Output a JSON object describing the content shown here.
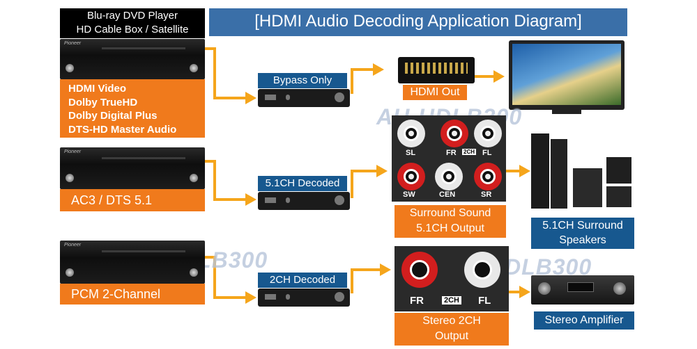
{
  "source_label": {
    "line1": "Blu-ray DVD Player",
    "line2": "HD Cable Box / Satellite"
  },
  "title": "[HDMI Audio Decoding Application Diagram]",
  "watermark": "AU-HDLB300",
  "row1": {
    "formats": [
      "HDMI Video",
      "Dolby TrueHD",
      "Dolby Digital Plus",
      "DTS-HD Master Audio"
    ],
    "mode": "Bypass Only",
    "output": "HDMI Out"
  },
  "row2": {
    "source": "AC3 / DTS 5.1",
    "mode": "5.1CH Decoded",
    "output_line1": "Surround Sound",
    "output_line2": "5.1CH Output",
    "jacks_top": [
      "SL",
      "FR",
      "2CH",
      "FL"
    ],
    "jacks_bottom": [
      "SW",
      "CEN",
      "SR"
    ],
    "speakers_line1": "5.1CH Surround",
    "speakers_line2": "Speakers"
  },
  "row3": {
    "source": "PCM 2-Channel",
    "mode": "2CH Decoded",
    "jack_labels": [
      "FR",
      "2CH",
      "FL"
    ],
    "output_line1": "Stereo 2CH",
    "output_line2": "Output",
    "amplifier": "Stereo Amplifier"
  },
  "colors": {
    "orange": "#f07a1c",
    "title_blue": "#3a6fa8",
    "label_blue": "#17588f",
    "black": "#000000"
  }
}
